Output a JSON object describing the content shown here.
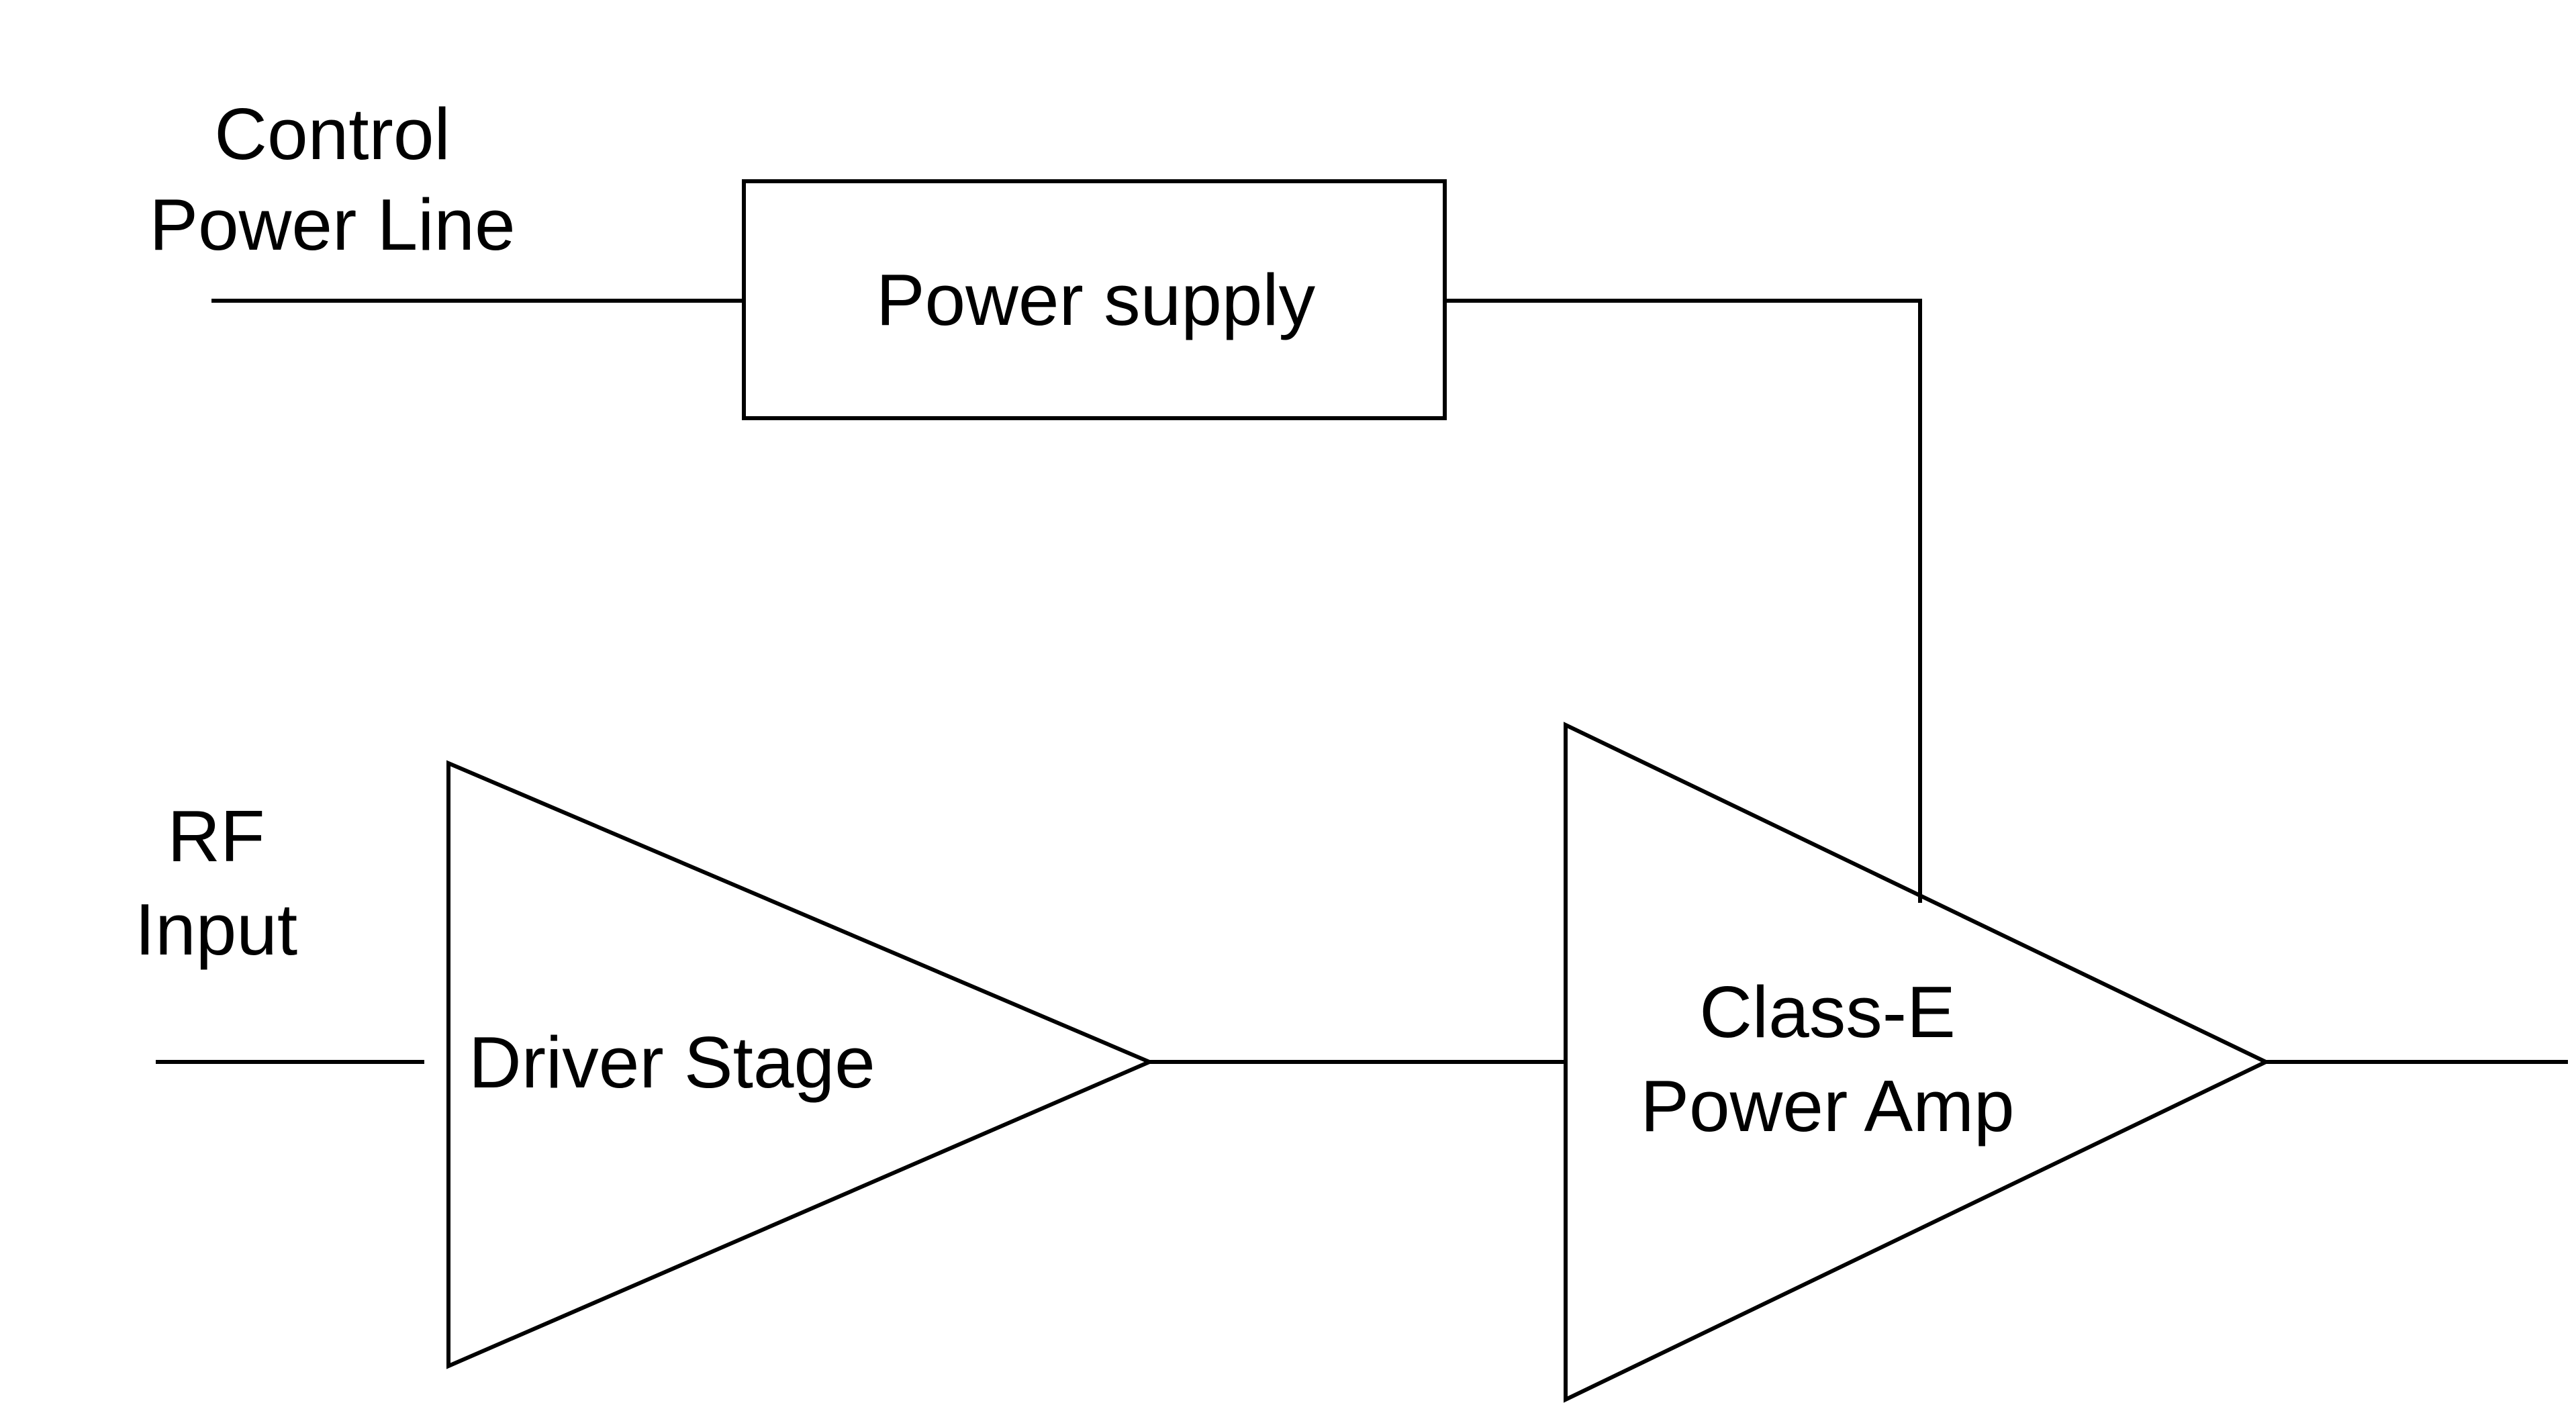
{
  "labels": {
    "control_power_line_1": "Control",
    "control_power_line_2": "Power Line",
    "rf_input_1": "RF",
    "rf_input_2": "Input"
  },
  "blocks": {
    "power_supply": "Power supply",
    "driver_stage": "Driver Stage",
    "class_e_1": "Class-E",
    "class_e_2": "Power Amp"
  },
  "colors": {
    "stroke": "#000000",
    "background": "#ffffff"
  }
}
